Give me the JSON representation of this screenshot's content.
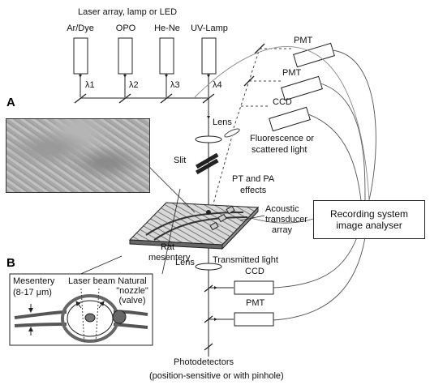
{
  "source_header": "Laser array, lamp or LED",
  "sources": [
    {
      "name": "Ar/Dye",
      "wavelength": "λ1"
    },
    {
      "name": "OPO",
      "wavelength": "λ2"
    },
    {
      "name": "He-Ne",
      "wavelength": "λ3"
    },
    {
      "name": "UV-Lamp",
      "wavelength": "λ4"
    }
  ],
  "panel_a": "A",
  "panel_b": "B",
  "labels": {
    "lens_top": "Lens",
    "slit": "Slit",
    "fluorescence_l1": "Fluorescence or",
    "fluorescence_l2": "scattered light",
    "pt_pa_l1": "PT and PA",
    "pt_pa_l2": "effects",
    "acoustic_l1": "Acoustic",
    "acoustic_l2": "transducer",
    "acoustic_l3": "array",
    "rat_l1": "Rat",
    "rat_l2": "mesentery",
    "lens_bottom": "Lens",
    "transmitted": "Transmitted light",
    "photodetectors": "Photodetectors",
    "photodetectors_note": "(position-sensitive or with pinhole)"
  },
  "detectors_top": [
    {
      "name": "PMT"
    },
    {
      "name": "PMT"
    },
    {
      "name": "CCD"
    }
  ],
  "detectors_bottom": [
    {
      "name": "CCD"
    },
    {
      "name": "PMT"
    }
  ],
  "recorder": {
    "line1": "Recording system",
    "line2": "image analyser"
  },
  "inset_b": {
    "mesentery_l1": "Mesentery",
    "mesentery_l2": "(8-17 μm)",
    "laser_beam": "Laser beam",
    "natural_l1": "Natural",
    "natural_l2": "\"nozzle\"",
    "natural_l3": "(valve)"
  }
}
